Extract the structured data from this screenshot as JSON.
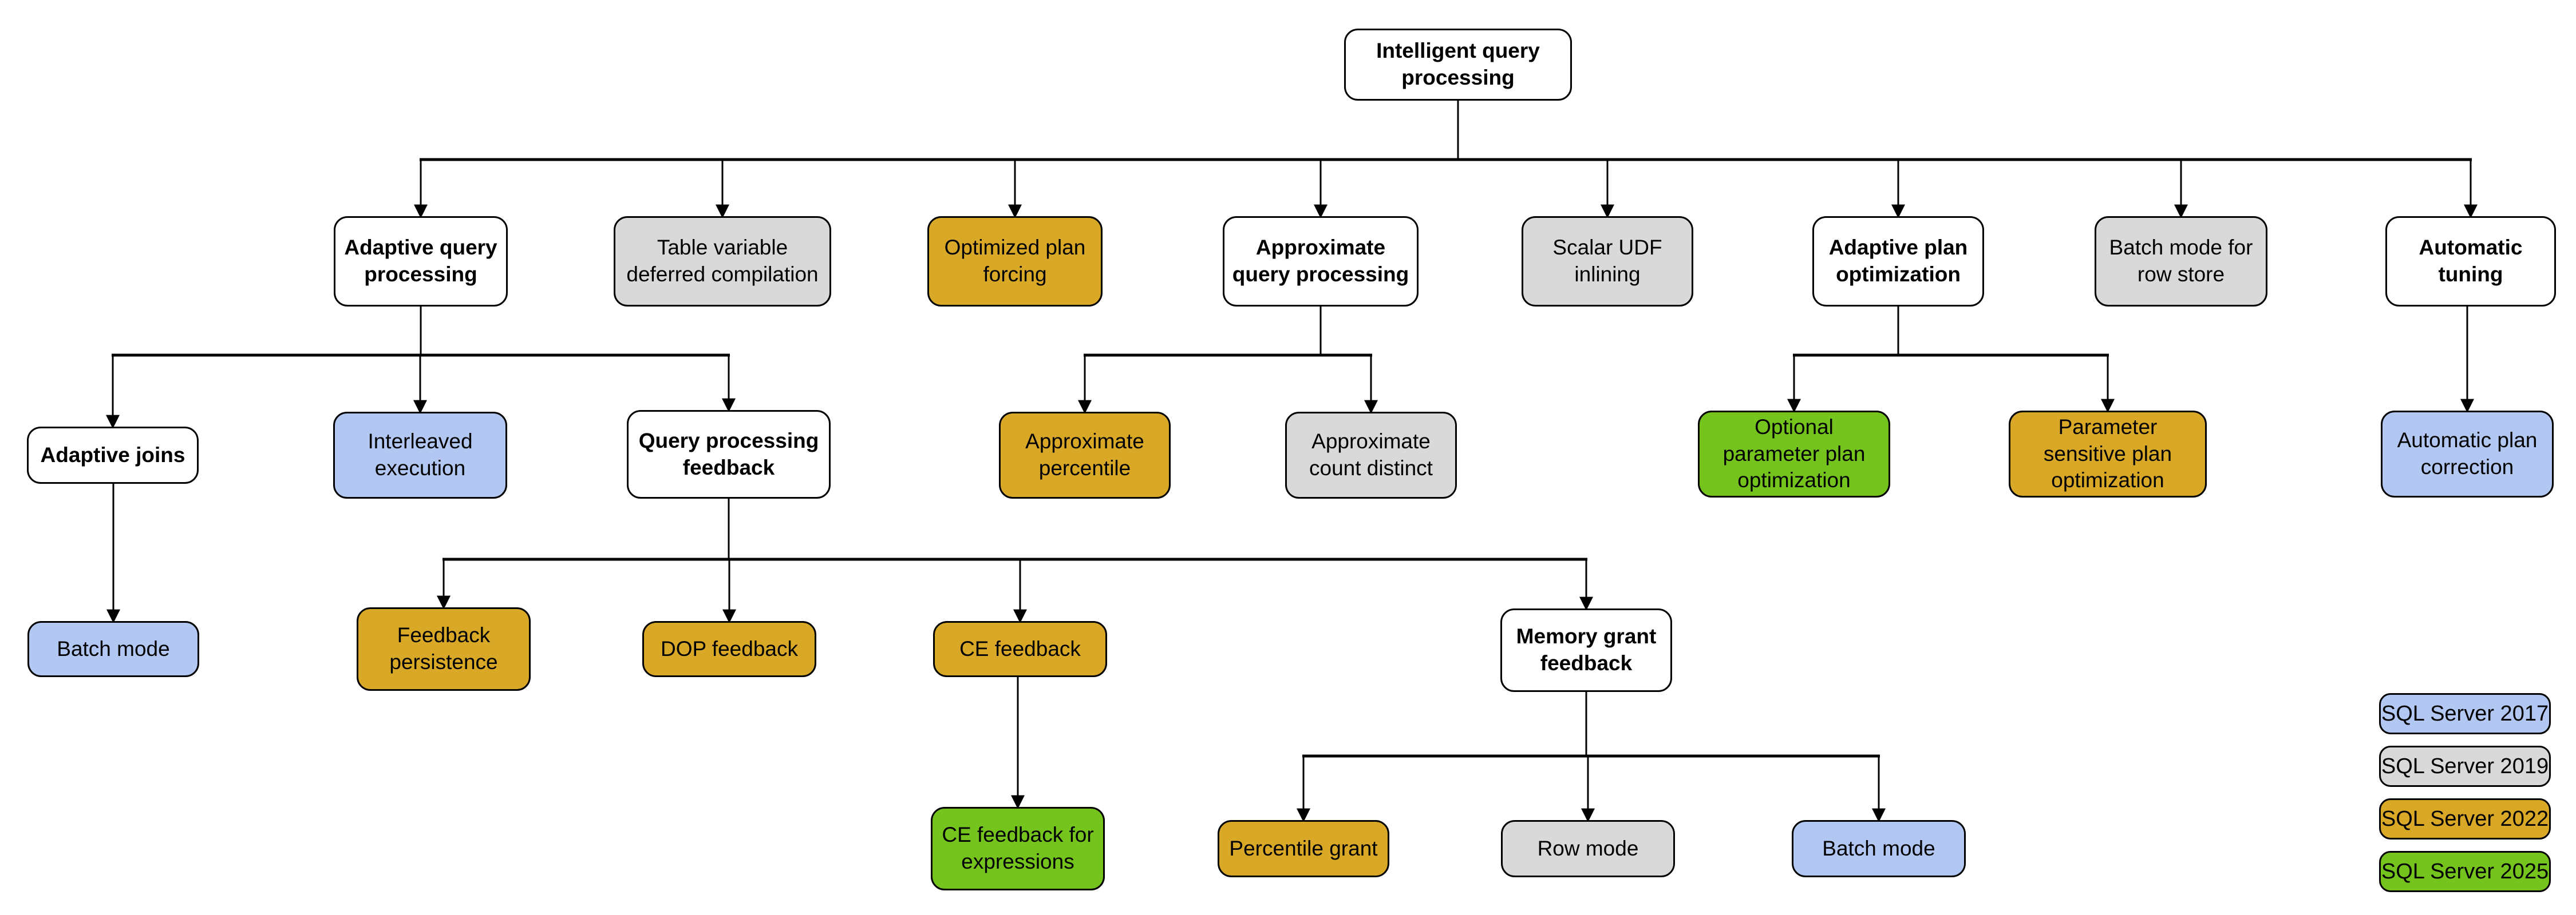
{
  "diagram": {
    "root_label": "Intelligent query processing"
  },
  "colors": {
    "2017": "#b3c7f3",
    "2019": "#d9d9d9",
    "2022": "#d9a827",
    "2025": "#75c41e",
    "category_fill": "#ffffff",
    "border": "#000000"
  },
  "nodes": [
    {
      "id": "iqp",
      "label": "Intelligent query processing",
      "version": null
    },
    {
      "id": "aqp",
      "label": "Adaptive query processing",
      "version": null
    },
    {
      "id": "tvdc",
      "label": "Table variable deferred compilation",
      "version": "2019"
    },
    {
      "id": "opf",
      "label": "Optimized plan forcing",
      "version": "2022"
    },
    {
      "id": "approx-qp",
      "label": "Approximate query processing",
      "version": null
    },
    {
      "id": "sudf",
      "label": "Scalar UDF inlining",
      "version": "2019"
    },
    {
      "id": "apo",
      "label": "Adaptive plan optimization",
      "version": null
    },
    {
      "id": "bmrs",
      "label": "Batch mode for row store",
      "version": "2019"
    },
    {
      "id": "at",
      "label": "Automatic tuning",
      "version": null
    },
    {
      "id": "aj",
      "label": "Adaptive joins",
      "version": null
    },
    {
      "id": "ie",
      "label": "Interleaved execution",
      "version": "2017"
    },
    {
      "id": "qpf",
      "label": "Query processing feedback",
      "version": null
    },
    {
      "id": "ap",
      "label": "Approximate percentile",
      "version": "2022"
    },
    {
      "id": "acd",
      "label": "Approximate count distinct",
      "version": "2019"
    },
    {
      "id": "oppo",
      "label": "Optional parameter plan optimization",
      "version": "2025"
    },
    {
      "id": "pspo",
      "label": "Parameter sensitive plan optimization",
      "version": "2022"
    },
    {
      "id": "apc",
      "label": "Automatic plan correction",
      "version": "2017"
    },
    {
      "id": "bm1",
      "label": "Batch mode",
      "version": "2017"
    },
    {
      "id": "fp",
      "label": "Feedback persistence",
      "version": "2022"
    },
    {
      "id": "dop",
      "label": "DOP feedback",
      "version": "2022"
    },
    {
      "id": "cef",
      "label": "CE feedback",
      "version": "2022"
    },
    {
      "id": "mgf",
      "label": "Memory grant feedback",
      "version": null
    },
    {
      "id": "cefe",
      "label": "CE feedback for expressions",
      "version": "2025"
    },
    {
      "id": "pg",
      "label": "Percentile grant",
      "version": "2022"
    },
    {
      "id": "rm",
      "label": "Row mode",
      "version": "2019"
    },
    {
      "id": "bm2",
      "label": "Batch mode",
      "version": "2017"
    }
  ],
  "edges": [
    {
      "parent": "iqp",
      "children": [
        "aqp",
        "tvdc",
        "opf",
        "approx-qp",
        "sudf",
        "apo",
        "bmrs",
        "at"
      ]
    },
    {
      "parent": "aqp",
      "children": [
        "aj",
        "ie",
        "qpf"
      ]
    },
    {
      "parent": "approx-qp",
      "children": [
        "ap",
        "acd"
      ]
    },
    {
      "parent": "apo",
      "children": [
        "oppo",
        "pspo"
      ]
    },
    {
      "parent": "at",
      "children": [
        "apc"
      ]
    },
    {
      "parent": "aj",
      "children": [
        "bm1"
      ]
    },
    {
      "parent": "qpf",
      "children": [
        "fp",
        "dop",
        "cef",
        "mgf"
      ]
    },
    {
      "parent": "cef",
      "children": [
        "cefe"
      ]
    },
    {
      "parent": "mgf",
      "children": [
        "pg",
        "rm",
        "bm2"
      ]
    }
  ],
  "legend": {
    "items": [
      {
        "label": "SQL Server 2017",
        "version": "2017"
      },
      {
        "label": "SQL Server 2019",
        "version": "2019"
      },
      {
        "label": "SQL Server 2022",
        "version": "2022"
      },
      {
        "label": "SQL Server 2025",
        "version": "2025"
      }
    ]
  }
}
